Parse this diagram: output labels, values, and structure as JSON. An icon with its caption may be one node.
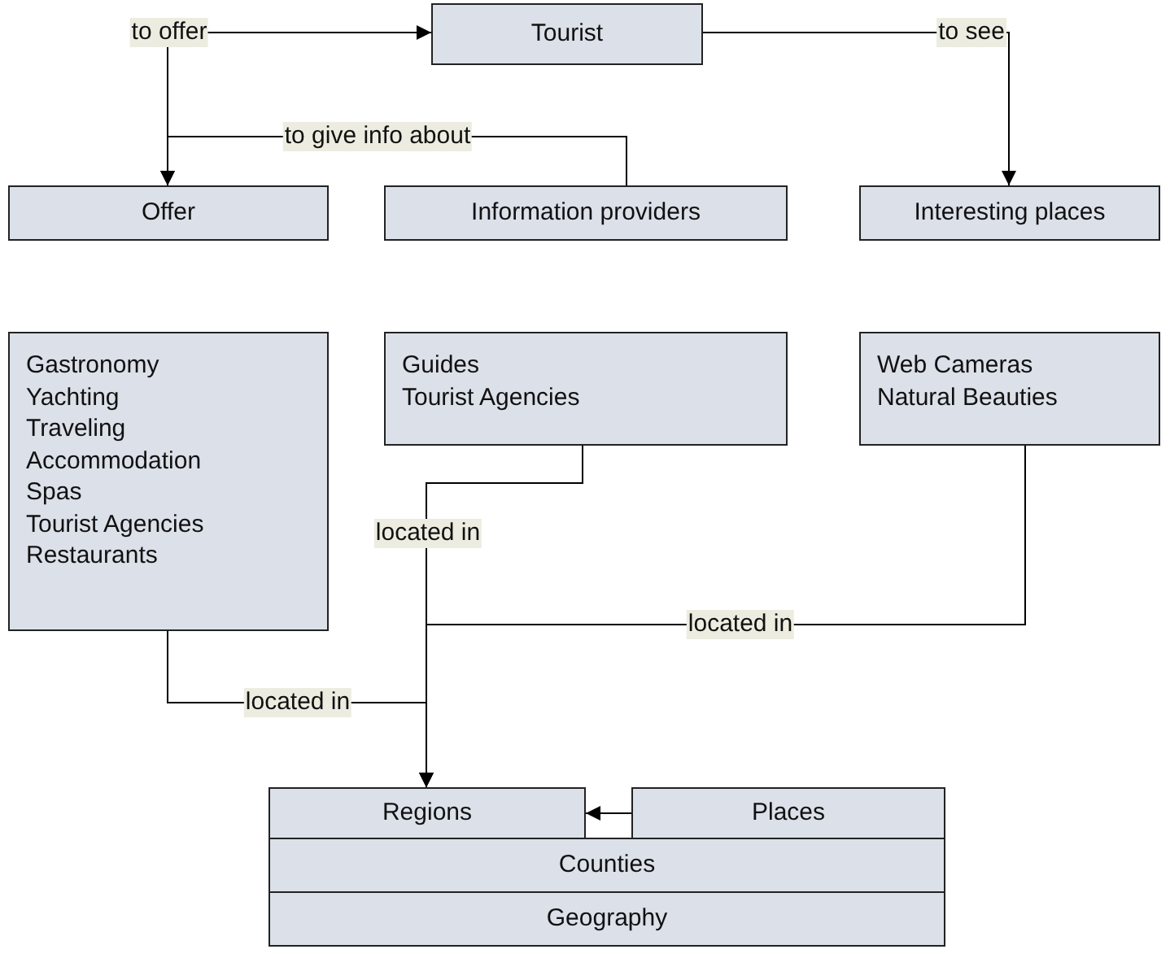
{
  "diagram": {
    "nodes": [
      {
        "text": [
          "Tourist"
        ]
      },
      {
        "text": [
          "Offer"
        ]
      },
      {
        "text": [
          "Information providers"
        ]
      },
      {
        "text": [
          "Interesting places"
        ]
      },
      {
        "text": [
          "Gastronomy",
          "Yachting",
          "Traveling",
          "Accommodation",
          "Spas",
          "Tourist Agencies",
          "Restaurants"
        ]
      },
      {
        "text": [
          "Guides",
          "Tourist Agencies"
        ]
      },
      {
        "text": [
          "Web Cameras",
          "Natural Beauties"
        ]
      },
      {
        "text": [
          "Regions"
        ]
      },
      {
        "text": [
          "Places"
        ]
      },
      {
        "text": [
          "Counties"
        ]
      },
      {
        "text": [
          "Geography"
        ]
      }
    ],
    "edges": [
      {
        "from": 0,
        "to": 1,
        "arrow": "both",
        "label": "to offer"
      },
      {
        "from": 0,
        "to": 3,
        "arrow": "to",
        "label": "to see"
      },
      {
        "from": 2,
        "to": 1,
        "arrow": "to",
        "label": "to give info about"
      },
      {
        "from": 4,
        "to": 7,
        "arrow": "to",
        "label": "located in"
      },
      {
        "from": 5,
        "to": 7,
        "arrow": "to",
        "label": "located in"
      },
      {
        "from": 6,
        "to": 7,
        "arrow": "to",
        "label": "located in"
      },
      {
        "from": 8,
        "to": 7,
        "arrow": "to"
      }
    ]
  }
}
